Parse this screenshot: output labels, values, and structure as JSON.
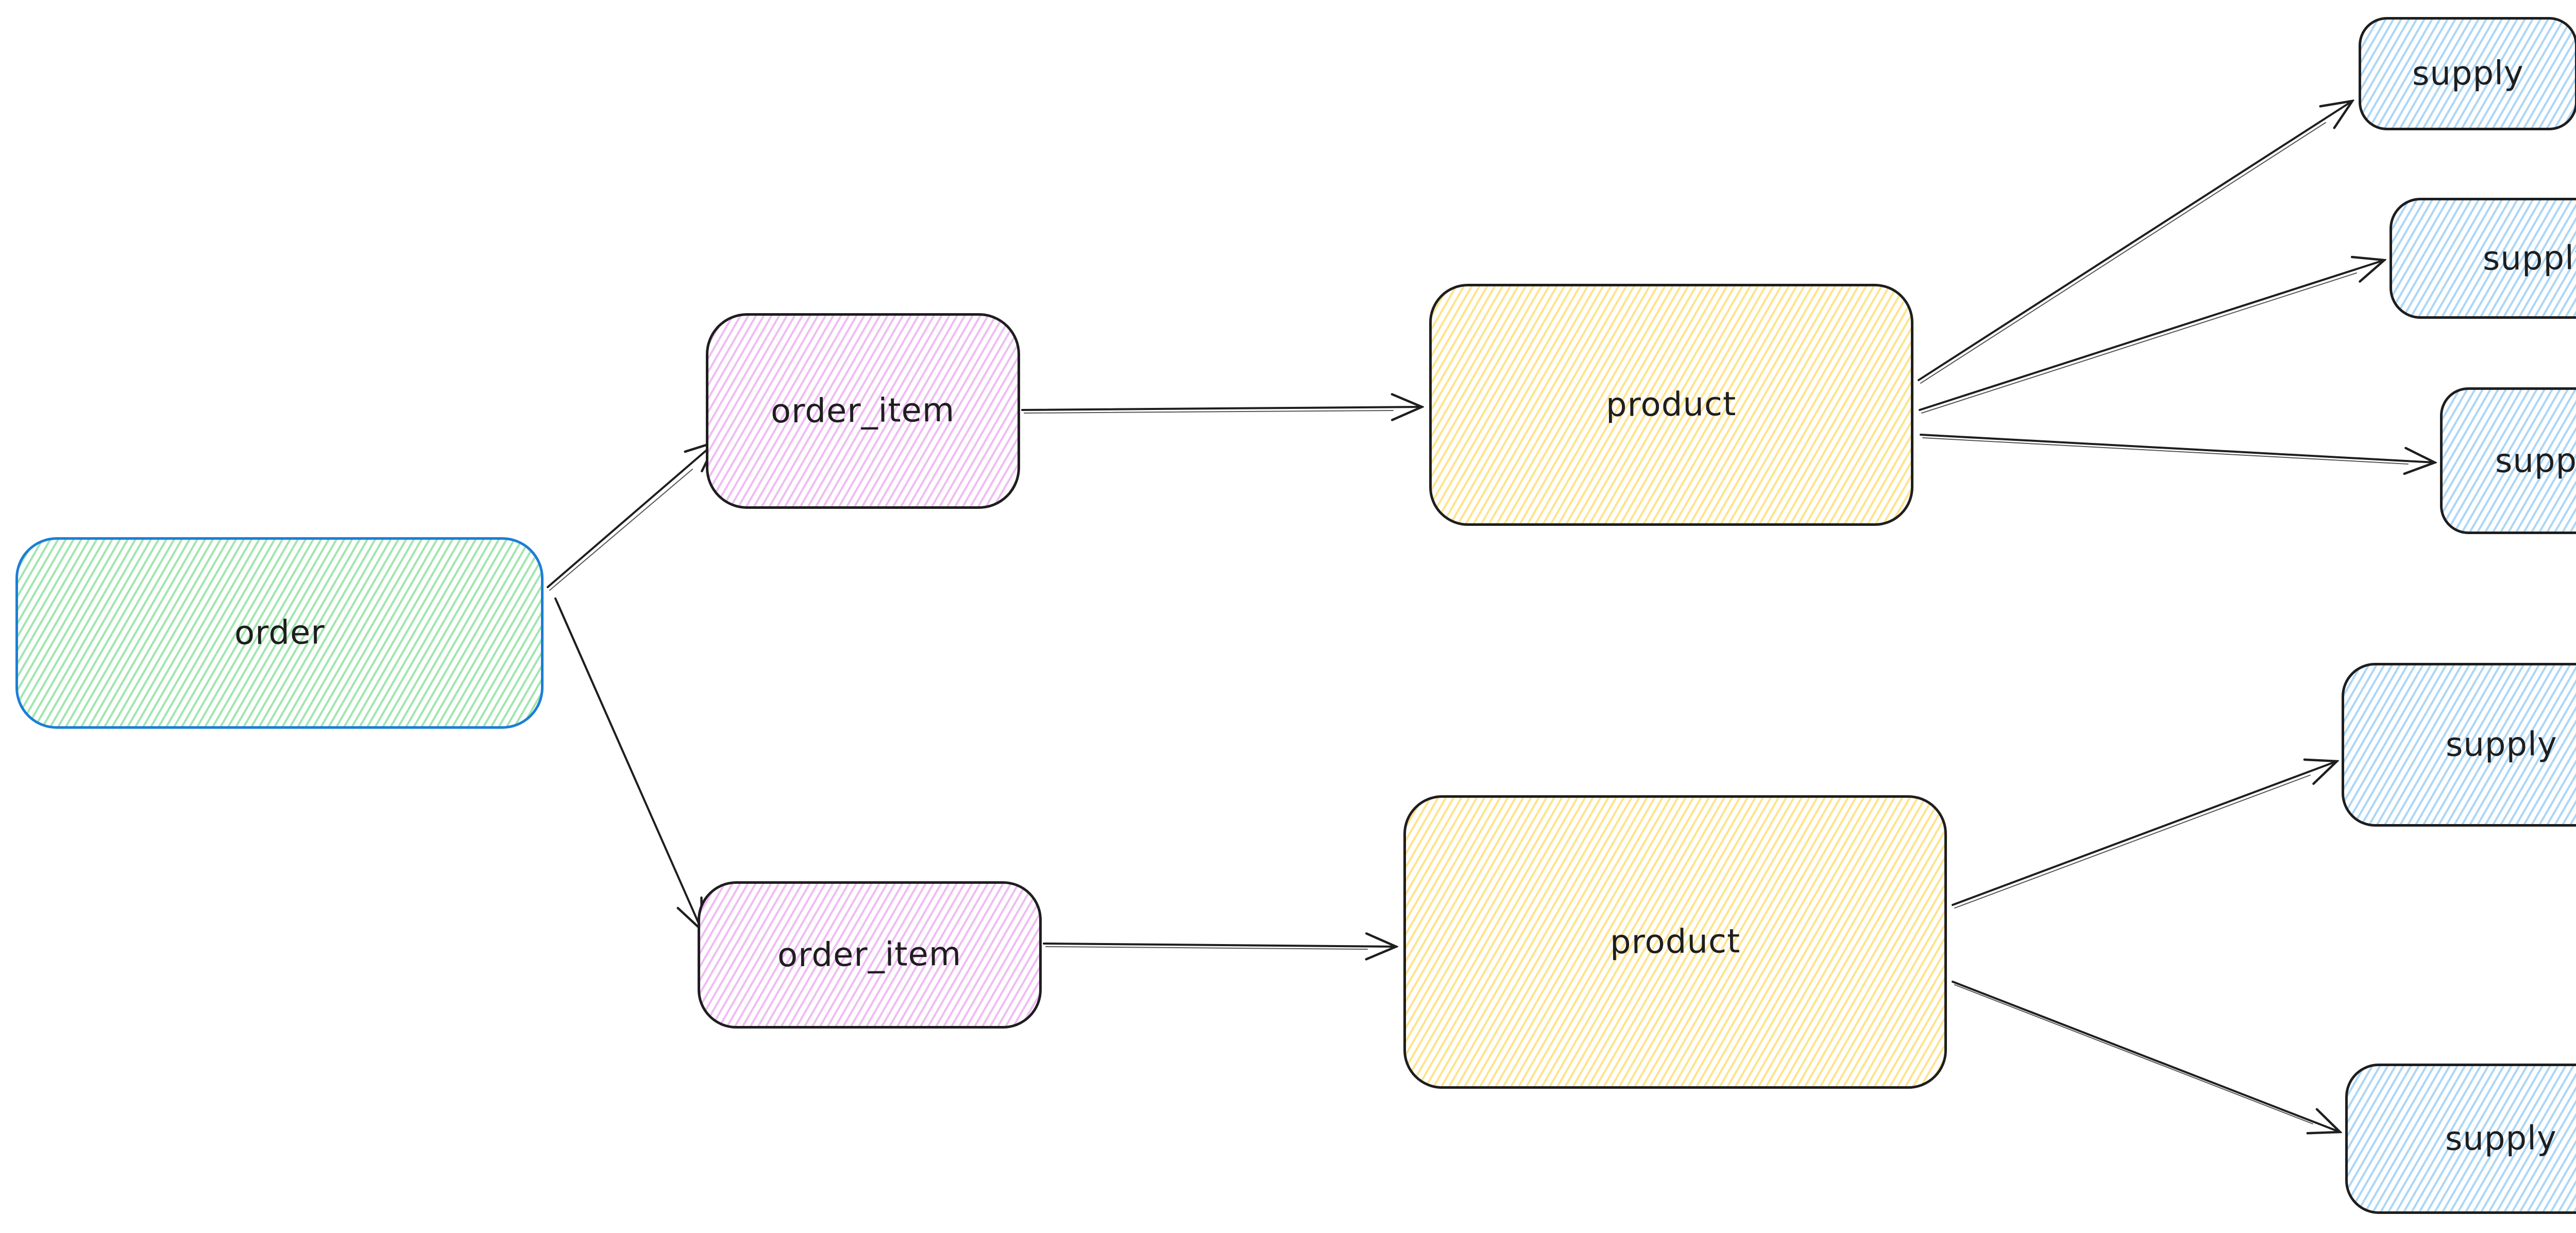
{
  "canvas": {
    "background_color": "#ffffff",
    "style": "hand-drawn whiteboard (hachure-filled rounded rectangles, open-head arrows)"
  },
  "diagram": {
    "nodes": [
      {
        "id": "order",
        "label": "order",
        "shape": "rounded-rectangle",
        "fill_style": "hachure",
        "fill_color": "#9fe6ae",
        "stroke_color": "#1c7ed6"
      },
      {
        "id": "order_item_1",
        "label": "order_item",
        "shape": "rounded-rectangle",
        "fill_style": "hachure",
        "fill_color": "#efbcf4",
        "stroke_color": "#1e1e1e"
      },
      {
        "id": "order_item_2",
        "label": "order_item",
        "shape": "rounded-rectangle",
        "fill_style": "hachure",
        "fill_color": "#efbcf4",
        "stroke_color": "#1e1e1e"
      },
      {
        "id": "product_1",
        "label": "product",
        "shape": "rounded-rectangle",
        "fill_style": "hachure",
        "fill_color": "#ffe38a",
        "stroke_color": "#1e1e1e"
      },
      {
        "id": "product_2",
        "label": "product",
        "shape": "rounded-rectangle",
        "fill_style": "hachure",
        "fill_color": "#ffe38a",
        "stroke_color": "#1e1e1e"
      },
      {
        "id": "supply_1",
        "label": "supply",
        "shape": "rounded-rectangle",
        "fill_style": "hachure",
        "fill_color": "#abd6f6",
        "stroke_color": "#1e1e1e"
      },
      {
        "id": "supply_2",
        "label": "supply",
        "shape": "rounded-rectangle",
        "fill_style": "hachure",
        "fill_color": "#abd6f6",
        "stroke_color": "#1e1e1e"
      },
      {
        "id": "supply_3",
        "label": "supply",
        "shape": "rounded-rectangle",
        "fill_style": "hachure",
        "fill_color": "#abd6f6",
        "stroke_color": "#1e1e1e"
      },
      {
        "id": "supply_4",
        "label": "supply",
        "shape": "rounded-rectangle",
        "fill_style": "hachure",
        "fill_color": "#abd6f6",
        "stroke_color": "#1e1e1e"
      },
      {
        "id": "supply_5",
        "label": "supply",
        "shape": "rounded-rectangle",
        "fill_style": "hachure",
        "fill_color": "#abd6f6",
        "stroke_color": "#1e1e1e"
      }
    ],
    "edges": [
      {
        "from": "order",
        "to": "order_item_1"
      },
      {
        "from": "order",
        "to": "order_item_2"
      },
      {
        "from": "order_item_1",
        "to": "product_1"
      },
      {
        "from": "order_item_2",
        "to": "product_2"
      },
      {
        "from": "product_1",
        "to": "supply_1"
      },
      {
        "from": "product_1",
        "to": "supply_2"
      },
      {
        "from": "product_1",
        "to": "supply_3"
      },
      {
        "from": "product_2",
        "to": "supply_4"
      },
      {
        "from": "product_2",
        "to": "supply_5"
      }
    ],
    "edge_style": {
      "stroke_color": "#1e1e1e",
      "arrowhead": "open-v",
      "line": "straight"
    }
  }
}
